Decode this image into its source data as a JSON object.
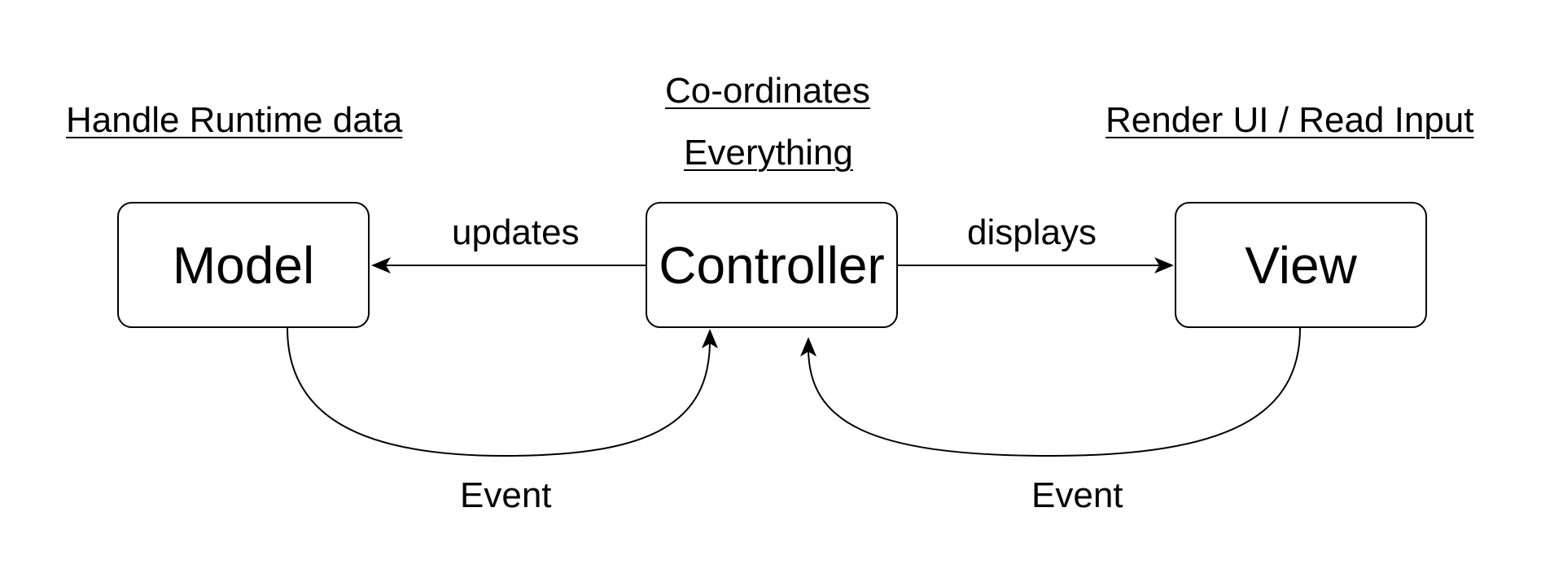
{
  "captions": {
    "model": "Handle Runtime data",
    "controller_line1": "Co-ordinates",
    "controller_line2": "Everything",
    "view": "Render UI / Read Input"
  },
  "nodes": {
    "model": "Model",
    "controller": "Controller",
    "view": "View"
  },
  "edges": {
    "controller_to_model": "updates",
    "controller_to_view": "displays",
    "model_to_controller": "Event",
    "view_to_controller": "Event"
  }
}
